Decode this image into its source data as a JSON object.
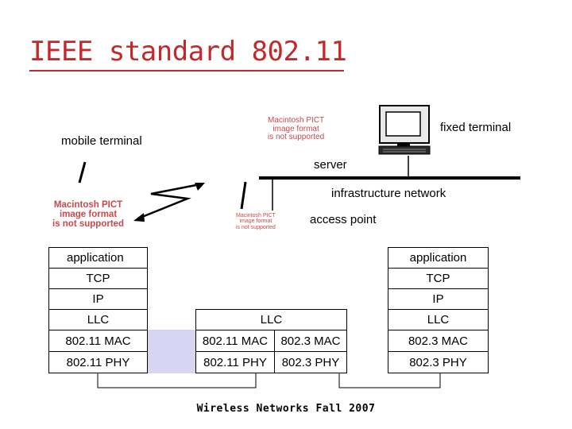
{
  "title": "IEEE standard 802.11",
  "labels": {
    "mobile_terminal": "mobile terminal",
    "fixed_terminal": "fixed terminal",
    "server": "server",
    "infrastructure_network": "infrastructure network",
    "access_point": "access point"
  },
  "placeholder_images": {
    "pict_top": [
      "Macintosh PICT",
      "image format",
      "is not supported"
    ],
    "pict_left": [
      "Macintosh PICT",
      "image format",
      "is not supported"
    ],
    "pict_ap": [
      "Macintosh PICT",
      "image format",
      "is not supported"
    ]
  },
  "stack_mobile": {
    "application": "application",
    "tcp": "TCP",
    "ip": "IP",
    "llc": "LLC",
    "mac": "802.11 MAC",
    "phy": "802.11 PHY"
  },
  "stack_ap": {
    "llc": "LLC",
    "mac_wireless": "802.11 MAC",
    "mac_wired": "802.3 MAC",
    "phy_wireless": "802.11 PHY",
    "phy_wired": "802.3 PHY"
  },
  "stack_fixed": {
    "application": "application",
    "tcp": "TCP",
    "ip": "IP",
    "llc": "LLC",
    "mac": "802.3 MAC",
    "phy": "802.3 PHY"
  },
  "footer": "Wireless Networks Fall 2007",
  "colors": {
    "title": "#c4282b",
    "placeholder": "#c9494c",
    "wireless_shade": "#d6d6f2"
  }
}
